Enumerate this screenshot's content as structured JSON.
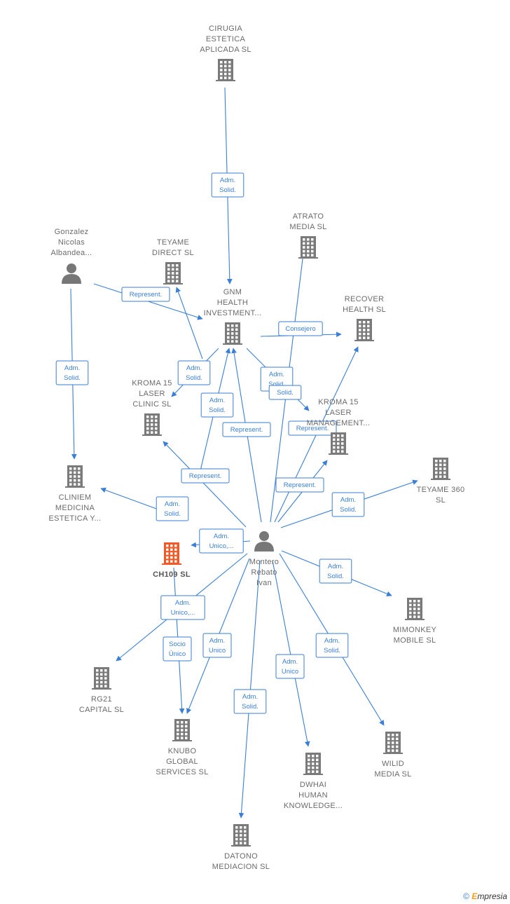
{
  "diagram": {
    "nodes": [
      {
        "id": "cirugia",
        "type": "company",
        "label": [
          "CIRUGIA",
          "ESTETICA",
          "APLICADA  SL"
        ]
      },
      {
        "id": "gonzalez",
        "type": "person",
        "label": [
          "Gonzalez",
          "Nicolas",
          "Albandea..."
        ]
      },
      {
        "id": "teyame_direct",
        "type": "company",
        "label": [
          "TEYAME",
          "DIRECT  SL"
        ]
      },
      {
        "id": "atrato",
        "type": "company",
        "label": [
          "ATRATO",
          "MEDIA  SL"
        ]
      },
      {
        "id": "gnm",
        "type": "company",
        "label": [
          "GNM",
          "HEALTH",
          "INVESTMENT..."
        ]
      },
      {
        "id": "recover",
        "type": "company",
        "label": [
          "RECOVER",
          "HEALTH  SL"
        ]
      },
      {
        "id": "kroma_clinic",
        "type": "company",
        "label": [
          "KROMA 15",
          "LASER",
          "CLINIC  SL"
        ]
      },
      {
        "id": "kroma_mgmt",
        "type": "company",
        "label": [
          "KROMA 15",
          "LASER",
          "MANAGEMENT..."
        ]
      },
      {
        "id": "teyame360",
        "type": "company",
        "label": [
          "TEYAME 360",
          "SL"
        ]
      },
      {
        "id": "cliniem",
        "type": "company",
        "label": [
          "CLINIEM",
          "MEDICINA",
          "ESTETICA Y..."
        ]
      },
      {
        "id": "ch109",
        "type": "company",
        "focus": true,
        "label": [
          "CH109  SL"
        ]
      },
      {
        "id": "montero",
        "type": "person",
        "label": [
          "Montero",
          "Rebato",
          "Ivan"
        ]
      },
      {
        "id": "mimonkey",
        "type": "company",
        "label": [
          "MIMONKEY",
          "MOBILE  SL"
        ]
      },
      {
        "id": "rg21",
        "type": "company",
        "label": [
          "RG21",
          "CAPITAL  SL"
        ]
      },
      {
        "id": "knubo",
        "type": "company",
        "label": [
          "KNUBO",
          "GLOBAL",
          "SERVICES  SL"
        ]
      },
      {
        "id": "wilid",
        "type": "company",
        "label": [
          "WILID",
          "MEDIA  SL"
        ]
      },
      {
        "id": "dwhai",
        "type": "company",
        "label": [
          "DWHAI",
          "HUMAN",
          "KNOWLEDGE..."
        ]
      },
      {
        "id": "datono",
        "type": "company",
        "label": [
          "DATONO",
          "MEDIACION  SL"
        ]
      }
    ],
    "edges": [
      {
        "from": "cirugia",
        "to": "gnm",
        "label": [
          "Adm.",
          "Solid."
        ]
      },
      {
        "from": "gonzalez",
        "to": "gnm",
        "label": [
          "Represent."
        ]
      },
      {
        "from": "gonzalez",
        "to": "cliniem",
        "label": [
          "Adm.",
          "Solid."
        ]
      },
      {
        "from": "gnm",
        "to": "recover",
        "label": [
          "Consejero"
        ]
      },
      {
        "from": "gnm",
        "to": "kroma_clinic",
        "label": []
      },
      {
        "from": "gnm",
        "to": "kroma_mgmt",
        "label": [
          "Adm.",
          "Solid."
        ]
      },
      {
        "from": "ch109",
        "to": "teyame_direct",
        "label": [
          "Adm.",
          "Solid."
        ]
      },
      {
        "from": "ch109",
        "to": "gnm",
        "label": [
          "Adm.",
          "Solid."
        ]
      },
      {
        "from": "ch109",
        "to": "cliniem",
        "label": [
          "Adm.",
          "Solid."
        ]
      },
      {
        "from": "ch109",
        "to": "knubo",
        "label": [
          "Socio",
          "Único"
        ]
      },
      {
        "from": "montero",
        "to": "gnm",
        "label": [
          "Represent."
        ]
      },
      {
        "from": "montero",
        "to": "atrato",
        "label": [
          "Solid."
        ]
      },
      {
        "from": "montero",
        "to": "recover",
        "label": [
          "Represent."
        ]
      },
      {
        "from": "montero",
        "to": "kroma_mgmt",
        "label": [
          "Represent."
        ]
      },
      {
        "from": "montero",
        "to": "kroma_clinic",
        "label": [
          "Represent."
        ]
      },
      {
        "from": "montero",
        "to": "teyame360",
        "label": [
          "Adm.",
          "Solid."
        ]
      },
      {
        "from": "montero",
        "to": "ch109",
        "label": [
          "Adm.",
          "Unico,..."
        ]
      },
      {
        "from": "montero",
        "to": "mimonkey",
        "label": [
          "Adm.",
          "Solid."
        ]
      },
      {
        "from": "montero",
        "to": "rg21",
        "label": [
          "Adm.",
          "Unico,..."
        ]
      },
      {
        "from": "montero",
        "to": "knubo",
        "label": [
          "Adm.",
          "Unico"
        ]
      },
      {
        "from": "montero",
        "to": "wilid",
        "label": [
          "Adm.",
          "Solid."
        ]
      },
      {
        "from": "montero",
        "to": "dwhai",
        "label": [
          "Adm.",
          "Unico"
        ]
      },
      {
        "from": "montero",
        "to": "datono",
        "label": [
          "Adm.",
          "Solid."
        ]
      }
    ]
  },
  "colors": {
    "edge": "#3a7fd5",
    "company_icon": "#7a7a7a",
    "focus_icon": "#f05a28",
    "person_icon": "#777777",
    "label_text": "#6b6b6b"
  },
  "icons": {
    "company": "building-icon",
    "person": "person-icon"
  },
  "watermark": {
    "symbol": "©",
    "brand_initial": "E",
    "brand_rest": "mpresia"
  }
}
